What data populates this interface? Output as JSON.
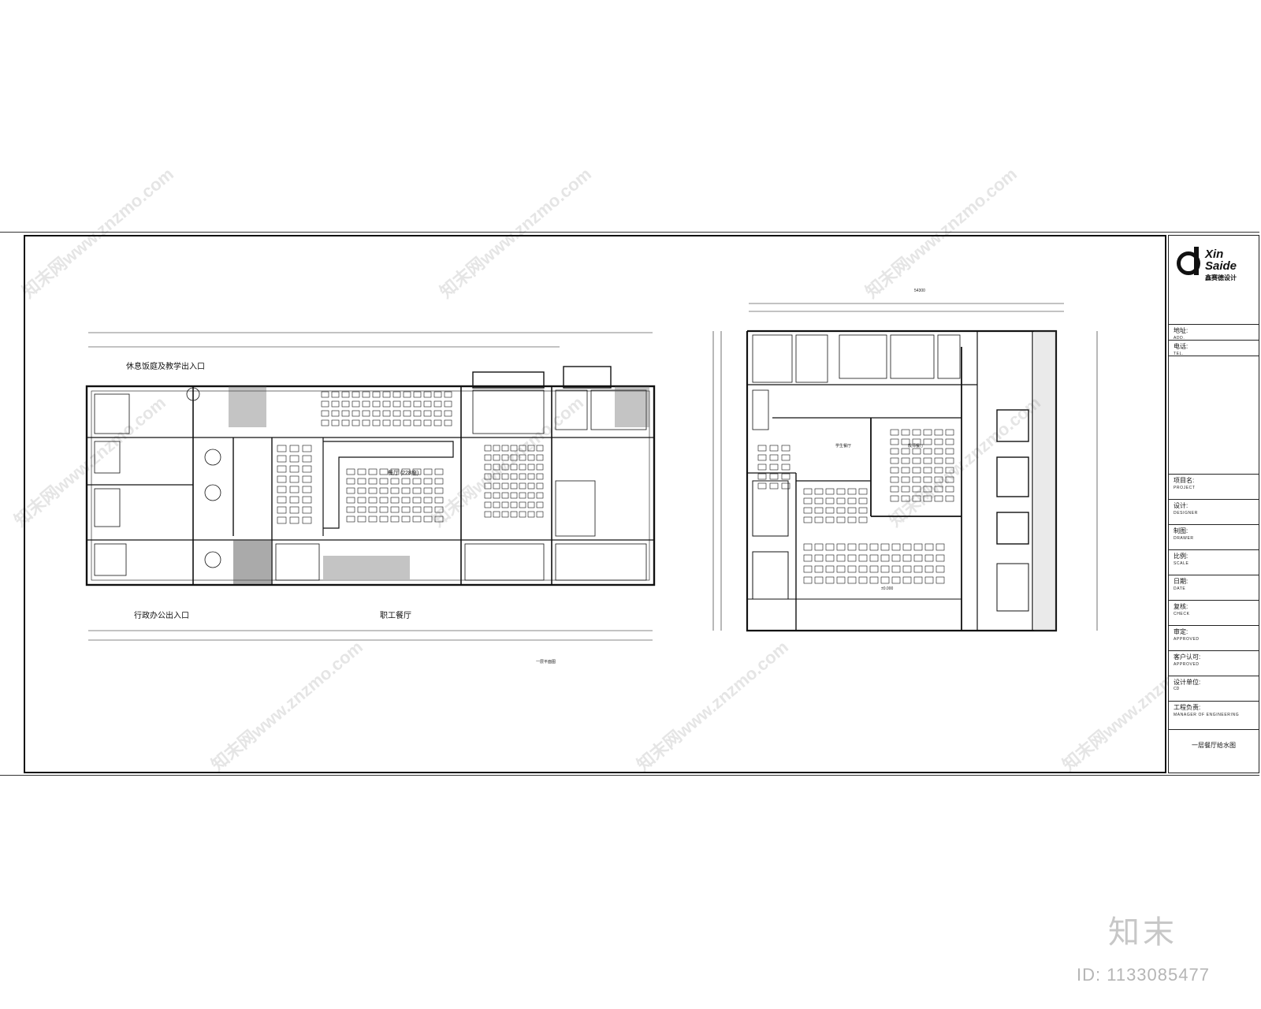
{
  "logo": {
    "line1": "Xin",
    "line2": "Saide",
    "sub": "鑫赛德设计"
  },
  "title_block": {
    "address": {
      "label": "地址:",
      "sub": "ADD."
    },
    "tel": {
      "label": "电话:",
      "sub": "TEL."
    },
    "project": {
      "label": "项目名:",
      "sub": "PROJECT"
    },
    "designer": {
      "label": "设计:",
      "sub": "DESIGNER"
    },
    "drawer": {
      "label": "制图:",
      "sub": "DRAWER"
    },
    "scale": {
      "label": "比例:",
      "sub": "SCALE"
    },
    "date": {
      "label": "日期:",
      "sub": "DATE"
    },
    "check": {
      "label": "复核:",
      "sub": "CHECK"
    },
    "approved": {
      "label": "审定:",
      "sub": "APPROVED"
    },
    "client_approved": {
      "label": "客户认可:",
      "sub": "APPROVED"
    },
    "design_unit": {
      "label": "设计单位:",
      "value": "CD"
    },
    "manager": {
      "label": "工程负责:",
      "sub": "MANAGER OF ENGINEERING"
    },
    "drawing_title": "一层餐厅给水图"
  },
  "plan_left": {
    "entrance_top": "休息饭庭及教学出入口",
    "entrance_bottom_left": "行政办公出入口",
    "entrance_bottom_right": "职工餐厅",
    "center_room": "餐厅 (228座)",
    "caption": "一层平面图"
  },
  "plan_right": {
    "total_dim": "54300",
    "room_left": "学生餐厅",
    "room_right": "教师餐厅",
    "elev": "±0.000"
  },
  "watermarks": [
    "知末网www.znzmo.com"
  ],
  "brand": "知末",
  "id_text": "ID: 1133085477"
}
